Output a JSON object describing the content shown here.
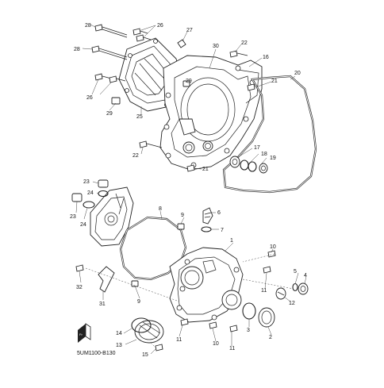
{
  "diagram_code": "5UM1100-B130",
  "callouts": [
    "1",
    "2",
    "3",
    "4",
    "5",
    "6",
    "7",
    "8",
    "9",
    "10",
    "11",
    "12",
    "13",
    "14",
    "15",
    "16",
    "17",
    "18",
    "19",
    "20",
    "21",
    "22",
    "23",
    "24",
    "25",
    "26",
    "27",
    "28",
    "29",
    "30",
    "31",
    "32"
  ],
  "icon": "fr-direction-icon"
}
